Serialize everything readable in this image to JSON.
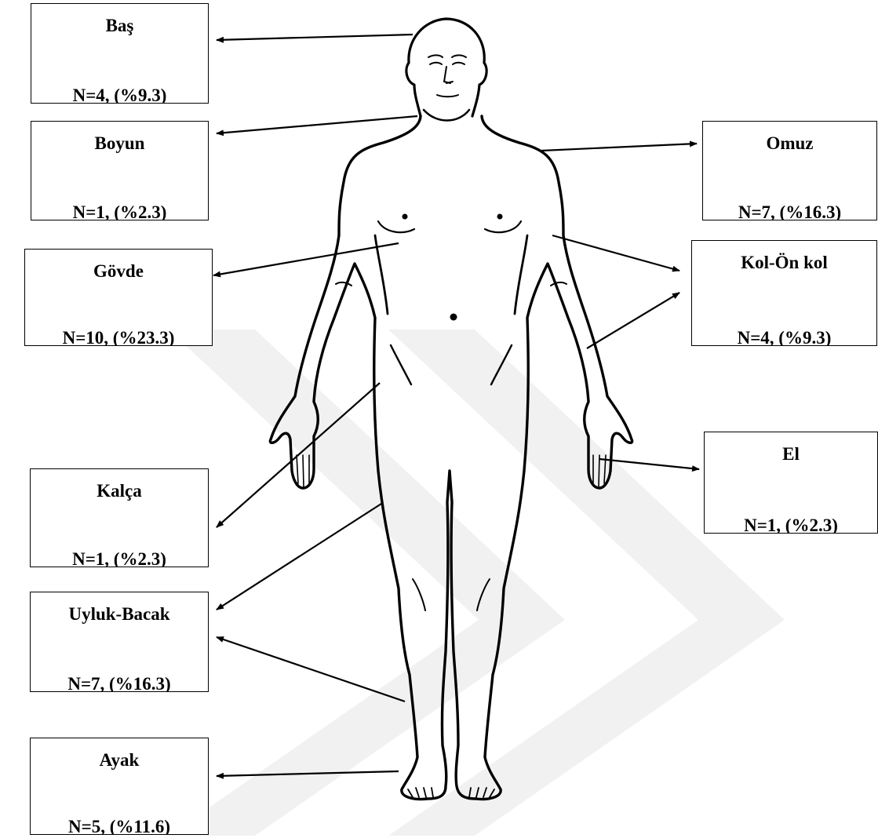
{
  "regions": {
    "bas": {
      "name": "Baş",
      "count": "N=4, (%9.3)"
    },
    "boyun": {
      "name": "Boyun",
      "count": "N=1, (%2.3)"
    },
    "govde": {
      "name": "Gövde",
      "count": "N=10, (%23.3)"
    },
    "kalca": {
      "name": "Kalça",
      "count": "N=1, (%2.3)"
    },
    "uyluk": {
      "name": "Uyluk-Bacak",
      "count": "N=7, (%16.3)"
    },
    "ayak": {
      "name": "Ayak",
      "count": "N=5, (%11.6)"
    },
    "omuz": {
      "name": "Omuz",
      "count": "N=7, (%16.3)"
    },
    "kol": {
      "name": "Kol-Ön kol",
      "count": "N=4, (%9.3)"
    },
    "el": {
      "name": "El",
      "count": "N=1, (%2.3)"
    }
  },
  "colors": {
    "line": "#000000",
    "box_border": "#000000",
    "watermark": "#f1f1f1"
  }
}
